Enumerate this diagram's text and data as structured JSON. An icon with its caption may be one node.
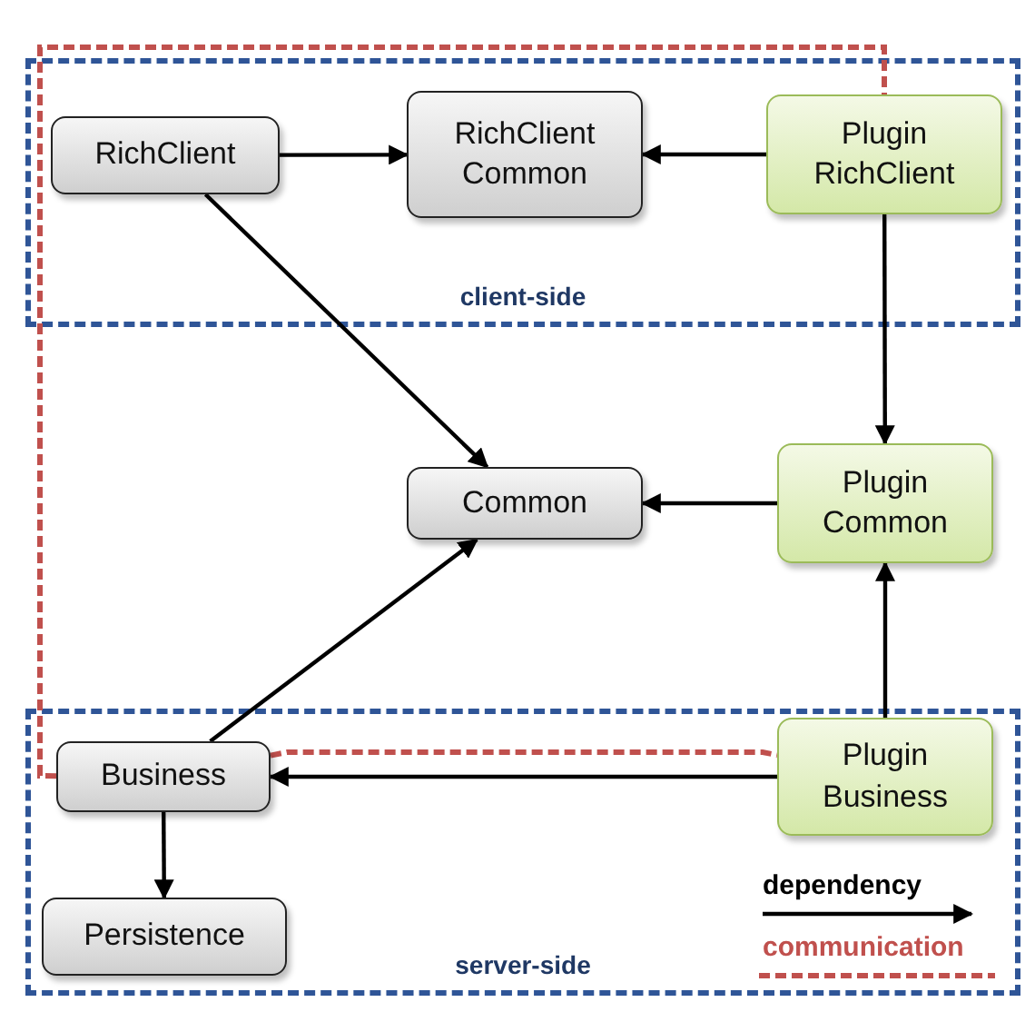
{
  "diagram": {
    "nodes": [
      {
        "text": [
          "client-side"
        ]
      },
      {
        "text": [
          "RichClient"
        ],
        "in": 0
      },
      {
        "text": [
          "RichClient Common"
        ],
        "in": 0
      },
      {
        "text": [
          "Plugin RichClient"
        ],
        "in": 0
      },
      {
        "text": [
          "Common"
        ]
      },
      {
        "text": [
          "Plugin Common"
        ]
      },
      {
        "text": [
          "server-side"
        ]
      },
      {
        "text": [
          "Business"
        ],
        "in": 6
      },
      {
        "text": [
          "Plugin Business"
        ],
        "in": 6
      },
      {
        "text": [
          "Persistence"
        ],
        "in": 6
      }
    ],
    "edges": [
      {
        "from": 1,
        "to": 2,
        "arrow": "to"
      },
      {
        "from": 3,
        "to": 2,
        "arrow": "to"
      },
      {
        "from": 1,
        "to": 4,
        "arrow": "to"
      },
      {
        "from": 3,
        "to": 5,
        "arrow": "to"
      },
      {
        "from": 5,
        "to": 4,
        "arrow": "to"
      },
      {
        "from": 7,
        "to": 4,
        "arrow": "to"
      },
      {
        "from": 8,
        "to": 5,
        "arrow": "to"
      },
      {
        "from": 8,
        "to": 7,
        "arrow": "to"
      },
      {
        "from": 7,
        "to": 9,
        "arrow": "to"
      },
      {
        "from": 7,
        "to": 3,
        "arrow": "none",
        "style": "dashed",
        "color": "#c0504d"
      },
      {
        "from": 7,
        "to": 8,
        "arrow": "none",
        "style": "dashed",
        "color": "#c0504d"
      }
    ],
    "legend": [
      {
        "text": "dependency"
      },
      {
        "text": "communication"
      }
    ]
  }
}
